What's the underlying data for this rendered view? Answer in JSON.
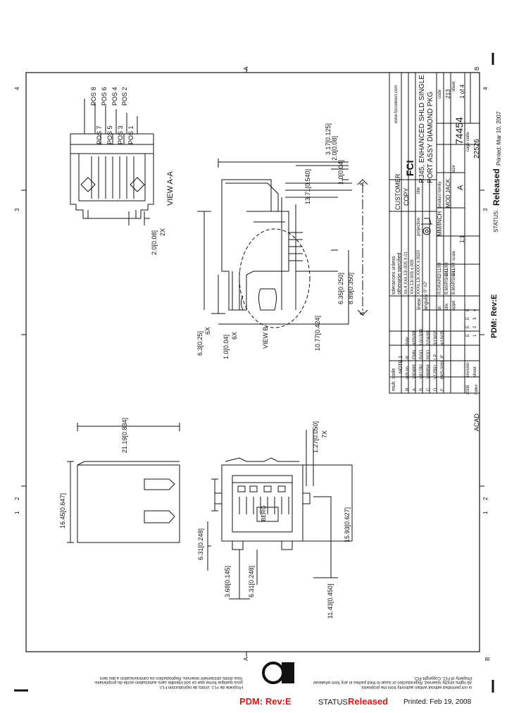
{
  "view_labels": {
    "view_aa": "VIEW A-A",
    "view_b": "VIEW B"
  },
  "positions": [
    "POS 8",
    "POS 6",
    "POS 4",
    "POS 2",
    "POS 7",
    "POS 5",
    "POS 3",
    "POS 1"
  ],
  "dims": {
    "d1": "2.0[0.08]",
    "d1n": "2X",
    "d2": "6.3[0.25]",
    "d2n": "6X",
    "d3": "1.0[0.04]",
    "d3n": "6X",
    "d4": "13.71[0.540]",
    "d5": "3.17[0.125]",
    "d6": "2.0[0.08]",
    "d7": "1.0[0.04]",
    "d8": "6.35[0.250]",
    "d9": "8.89[0.350]",
    "d10": "10.77[0.424]",
    "d11": "21.19[0.834]",
    "d12": "16.45[0.647]",
    "d13": "6.31[0.248]",
    "d14": "3.68[0.145]",
    "d15": "6.31[0.248]",
    "d16": "1.27[0.050]",
    "d16n": "7X",
    "d17": "15.93[0.627]",
    "d18": "11.43[0.450]",
    "berg": "BERG"
  },
  "section_markers": {
    "a1": "A",
    "a2": "A"
  },
  "border": {
    "letters": [
      "A",
      "B",
      "A",
      "B"
    ],
    "numbers": [
      "4",
      "3",
      "2",
      "1",
      "4",
      "3",
      "2",
      "1"
    ]
  },
  "title_block": {
    "title_label": "title",
    "title_l1": "RJ45, ENHANCED SHLD SINGLE",
    "title_l2": "PORT ASSY DIAMOND PKG",
    "customer": "CUSTOMER",
    "copy": "COPY",
    "projection": "projection",
    "units": "MM/INCH",
    "scale_label": "scale",
    "scale": "1:1",
    "product_family": "product family",
    "product_family_val": "MOD JACK",
    "size": "size",
    "size_val": "A",
    "dwg_no": "74454",
    "code": "code",
    "code_val": "213",
    "sheet": "sheet",
    "sheet_val": "1 of 4",
    "cage_code": "cage code",
    "cage_val": "22526",
    "brand": "FCI",
    "website": "www.fciconnect.com"
  },
  "tolerances": {
    "l1": "tolerances unless",
    "l2": "otherwise specified",
    "l3": "X±.4  XX±.13/.005  X.01",
    "l4": "XX±.13/.005 ±.005",
    "l5": "XXX±.13/.XXXX ±.0020",
    "linear": "linear",
    "angular": "angular",
    "ang_val": "0°  ±2°"
  },
  "signoffs": [
    [
      "dr",
      "R.DRAPE",
      "2/11/98"
    ],
    [
      "chk",
      "B.MARSHALL",
      "2/11/98"
    ],
    [
      "appd",
      "B.MARSHALL",
      "2/11/98"
    ]
  ],
  "revisions": {
    "header": [
      "ltr",
      "ech no",
      "dr",
      "date"
    ],
    "mult_code": "mult. code",
    "note": "NOTE 1",
    "rows": [
      [
        "A",
        "V80489",
        "EMN",
        "4/05/99"
      ],
      [
        "B",
        "V81780",
        "RGD",
        "10/13/99"
      ],
      [
        "C",
        "V86858",
        "RGD",
        "2/24/99"
      ],
      [
        "D",
        "V12591",
        "LP",
        "3/19/02"
      ],
      [
        "E",
        "M05-0069",
        "JF",
        "4/18/05"
      ]
    ]
  },
  "sheet_index": {
    "revision": "revision",
    "sheet": "sheet",
    "revs": [
      "E",
      "E",
      "E",
      "E"
    ],
    "sheets": [
      "1",
      "2",
      "3",
      "4"
    ],
    "date": "2008",
    "index": "index"
  },
  "acad": "ACAD",
  "side_pdm": "PDM: Rev:E",
  "side_status_label": "STATUS:",
  "side_status_val": "Released",
  "side_printed": "Printed: Mar 10, 2007",
  "copyright": {
    "l1": "Property of FCI. Copyright FCI.",
    "l2": "All rights strictly reserved. Reproduction or issue to third parties in any form whatever",
    "l3": "is not permitted without written authority from the proprietor.",
    "l4": "Tous droits strictement reserves. Reproduction ou communication a des tiers",
    "l5": "sous quelque forme que ce soit interdite sans autorisation ecrite du proprietaire.",
    "l6": "Propriete de FCI. Droits de reproduction FCI."
  },
  "footer": {
    "pdm": "PDM: Rev:E",
    "status_label": "STATUS:",
    "status_value": "Released",
    "printed": "Printed: Feb 19, 2008"
  },
  "colors": {
    "accent": "#e8120c",
    "ink": "#111111"
  }
}
